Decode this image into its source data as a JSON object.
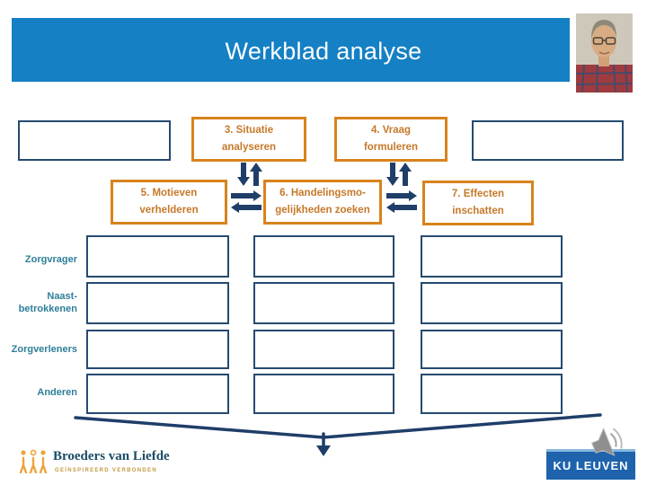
{
  "slide": {
    "title": "Werkblad analyse"
  },
  "flow": {
    "step3": {
      "line1": "3. Situatie",
      "line2": "analyseren"
    },
    "step4": {
      "line1": "4. Vraag",
      "line2": "formuleren"
    },
    "step5": {
      "line1": "5. Motieven",
      "line2": "verhelderen"
    },
    "step6": {
      "line1": "6. Handelingsmo-",
      "line2": "gelijkheden zoeken"
    },
    "step7": {
      "line1": "7. Effecten",
      "line2": "inschatten"
    }
  },
  "grid": {
    "row_labels": [
      {
        "lines": [
          "Zorgvrager"
        ]
      },
      {
        "lines": [
          "Naast-",
          "betrokkenen"
        ]
      },
      {
        "lines": [
          "Zorgverleners"
        ]
      },
      {
        "lines": [
          "Anderen"
        ]
      }
    ],
    "columns": 3,
    "rows": 4
  },
  "footer": {
    "brand": {
      "name": "Broeders van Liefde",
      "tagline": "GEÏNSPIREERD VERBONDEN"
    },
    "kuleuven": {
      "label": "KU LEUVEN"
    }
  },
  "icons": {
    "speaker": "speaker-icon",
    "brand_mark": "three-figures-icon",
    "photo": "presenter-photo"
  },
  "colors": {
    "header_blue": "#1580C4",
    "navy": "#1F3E68",
    "grid_border": "#254A70",
    "orange_border": "#D8831C",
    "orange_text": "#C6792A",
    "label_teal": "#2E7F99",
    "kuleuven_blue": "#1E63AC",
    "brand_amber": "#EDA33B"
  }
}
